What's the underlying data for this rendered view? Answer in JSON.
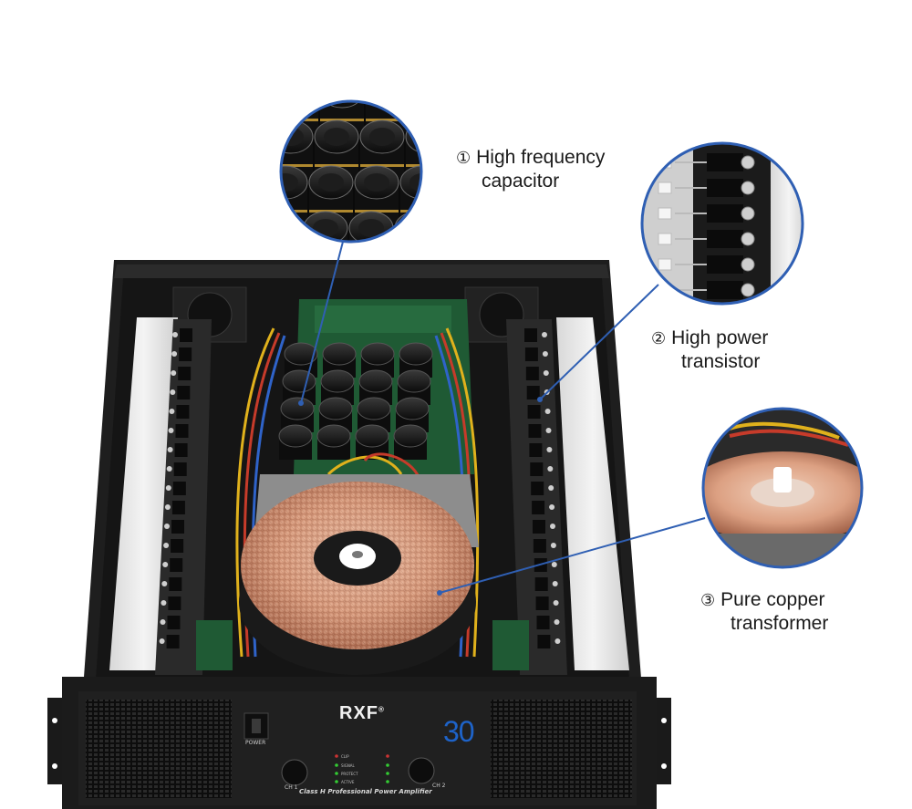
{
  "callouts": [
    {
      "num": "①",
      "line1": "High frequency",
      "line2": "capacitor"
    },
    {
      "num": "②",
      "line1": "High power",
      "line2": "transistor"
    },
    {
      "num": "③",
      "line1": "Pure copper",
      "line2": "transformer"
    }
  ],
  "front_panel": {
    "brand": "RXF",
    "brand_mark": "®",
    "model": "30",
    "power_label": "POWER",
    "ch1_label": "CH 1",
    "ch2_label": "CH 2",
    "subtitle": "Class H Professional Power Amplifier",
    "led_labels": [
      "CLIP",
      "SIGNAL",
      "PROTECT",
      "ACTIVE"
    ]
  },
  "colors": {
    "callout_ring": "#2f5fb3",
    "model_blue": "#1e63c9",
    "chassis": "#1b1b1b",
    "copper": "#d59a7a"
  }
}
